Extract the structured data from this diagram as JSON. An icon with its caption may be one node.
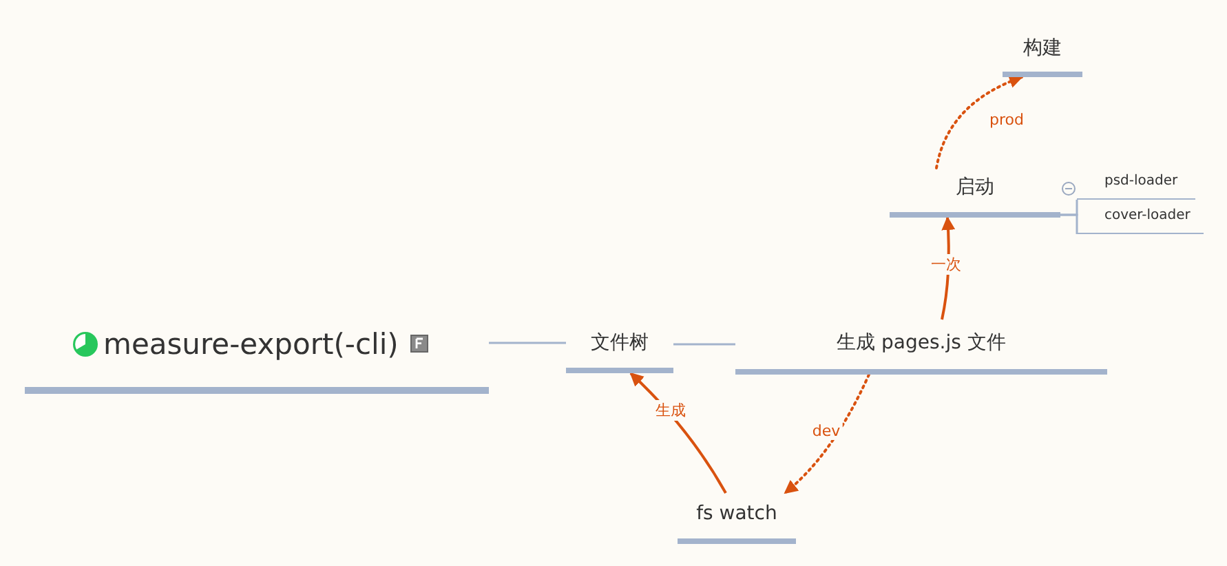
{
  "diagram": {
    "nodes": [
      {
        "text": [
          "measure-export(-cli)"
        ]
      },
      {
        "text": [
          "文件树"
        ]
      },
      {
        "text": [
          "生成 pages.js 文件"
        ]
      },
      {
        "text": [
          "启动"
        ]
      },
      {
        "text": [
          "psd-loader"
        ]
      },
      {
        "text": [
          "cover-loader"
        ]
      },
      {
        "text": [
          "构建"
        ]
      },
      {
        "text": [
          "fs watch"
        ]
      }
    ],
    "edges": [
      {
        "from": 0,
        "to": 1,
        "arrow": "none"
      },
      {
        "from": 1,
        "to": 2,
        "arrow": "none"
      },
      {
        "from": 3,
        "to": 4,
        "arrow": "none"
      },
      {
        "from": 3,
        "to": 5,
        "arrow": "none"
      },
      {
        "from": 2,
        "to": 3,
        "arrow": "to",
        "label": "一次",
        "color": "#d9520f"
      },
      {
        "from": 3,
        "to": 6,
        "arrow": "to",
        "label": "prod",
        "style": "dashed",
        "color": "#d9520f"
      },
      {
        "from": 2,
        "to": 7,
        "arrow": "to",
        "label": "dev",
        "style": "dashed",
        "color": "#d9520f"
      },
      {
        "from": 7,
        "to": 1,
        "arrow": "to",
        "label": "生成",
        "color": "#d9520f"
      }
    ]
  }
}
